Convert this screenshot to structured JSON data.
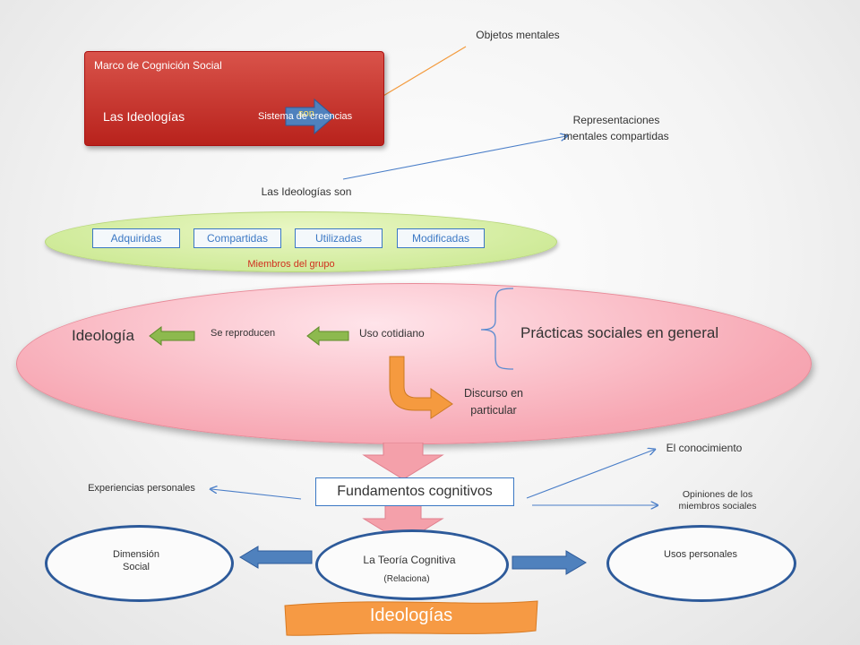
{
  "top_note": "Objetos mentales",
  "red_box": {
    "title": "Marco de Cognición Social",
    "left": "Las Ideologías",
    "connector": "son",
    "right": "Sistema de creencias"
  },
  "representaciones": "Representaciones mentales compartidas",
  "ideologias_son": "Las Ideologías son",
  "members": {
    "items": [
      "Adquiridas",
      "Compartidas",
      "Utilizadas",
      "Modificadas"
    ],
    "caption": "Miembros del grupo"
  },
  "pink": {
    "ideologia": "Ideología",
    "se_reproducen": "Se reproducen",
    "uso_cotidiano": "Uso cotidiano",
    "practicas": "Prácticas sociales en general",
    "discurso": "Discurso en particular"
  },
  "conocimiento": "El conocimiento",
  "experiencias": "Experiencias personales",
  "fundamentos": "Fundamentos cognitivos",
  "opiniones": "Opiniones de los miembros sociales",
  "dimension": "Dimensión Social",
  "teoria": "La Teoría Cognitiva",
  "relaciona": "(Relaciona)",
  "usos": "Usos personales",
  "banner": "Ideologías",
  "colors": {
    "red": "#c0312b",
    "green": "#c6e68a",
    "pink": "#f7a7b3",
    "blue": "#3b78c4",
    "orange": "#f69a44"
  }
}
